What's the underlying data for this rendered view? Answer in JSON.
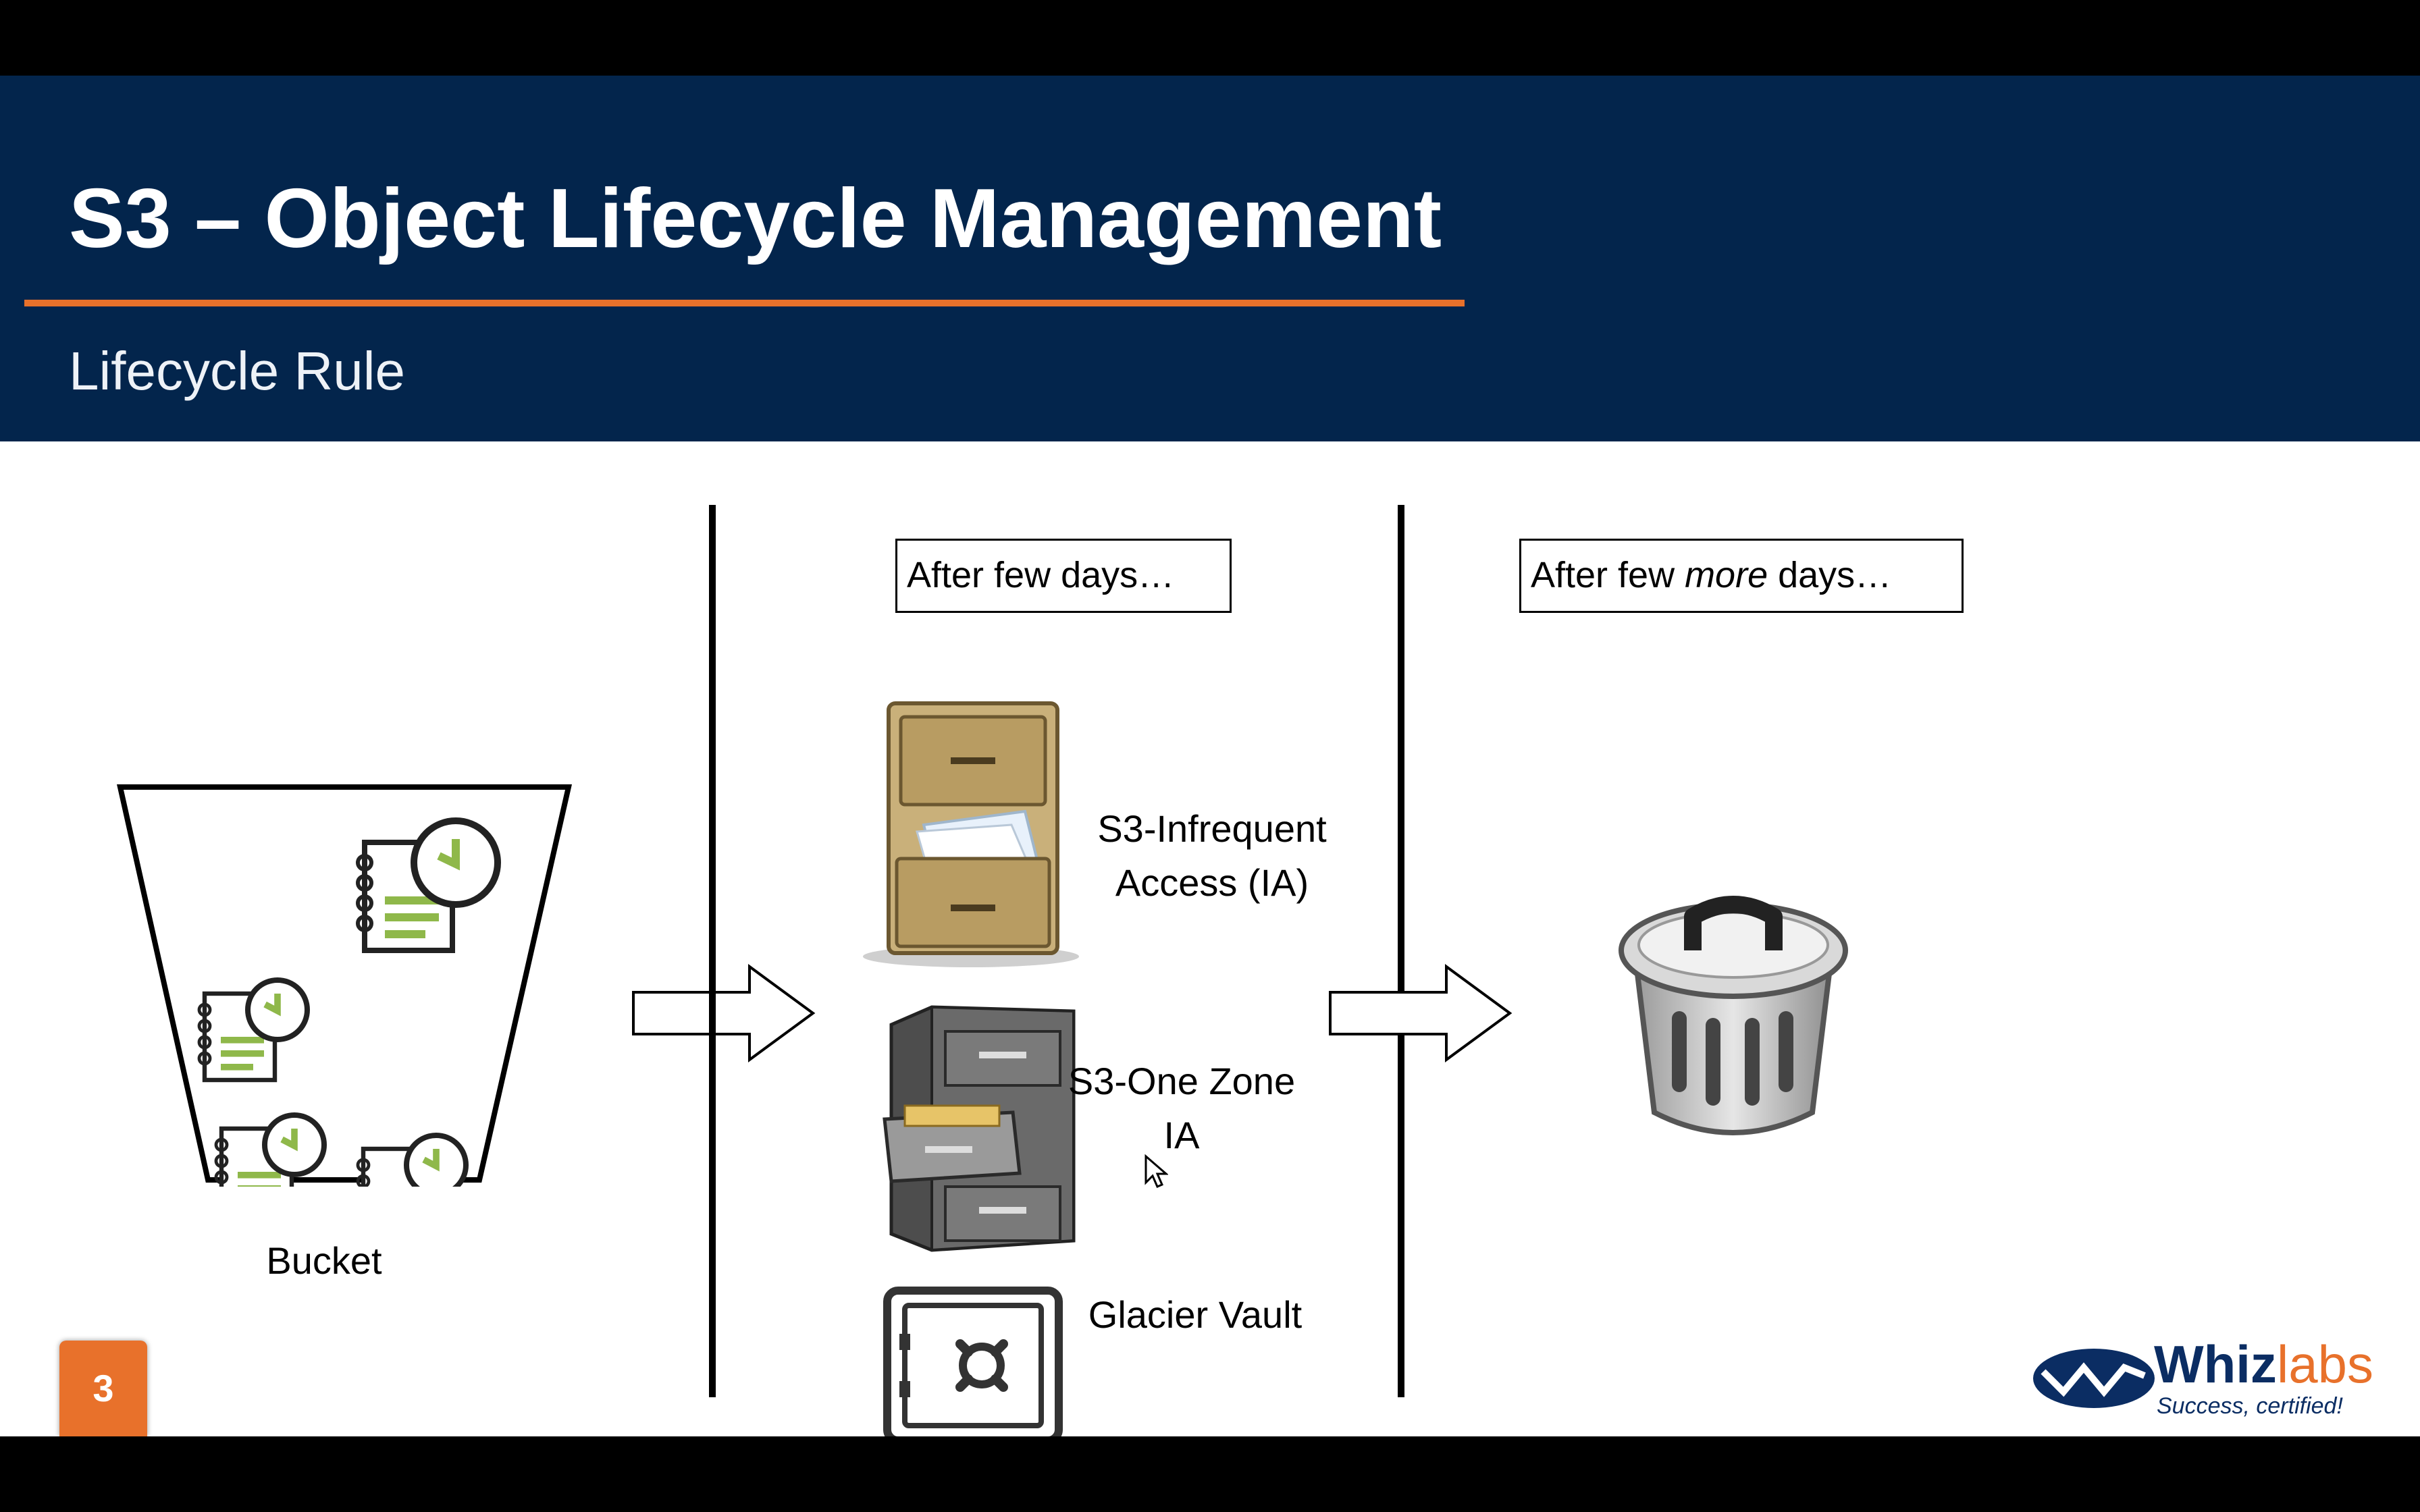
{
  "slide": {
    "title": "S3 – Object Lifecycle Management",
    "subtitle": "Lifecycle Rule",
    "page_number": "3"
  },
  "bucket": {
    "label": "Bucket"
  },
  "stage_two": {
    "heading": "After few days…",
    "items": [
      {
        "label_line1": "S3-Infrequent",
        "label_line2": "Access (IA)",
        "icon": "file-cabinet-icon"
      },
      {
        "label_line1": "S3-One Zone",
        "label_line2": "IA",
        "icon": "filing-cabinet-icon"
      },
      {
        "label_line1": "Glacier Vault",
        "label_line2": "",
        "icon": "vault-icon"
      }
    ]
  },
  "stage_three": {
    "heading_before": "After few ",
    "heading_emph": "more",
    "heading_after": " days…",
    "icon": "trash-can-icon"
  },
  "logo": {
    "name_part1": "Whiz",
    "name_part2": "labs",
    "tagline": "Success, certified!"
  },
  "colors": {
    "header_bg": "#03254c",
    "accent": "#e8712b",
    "doc_green": "#8fb84a"
  }
}
